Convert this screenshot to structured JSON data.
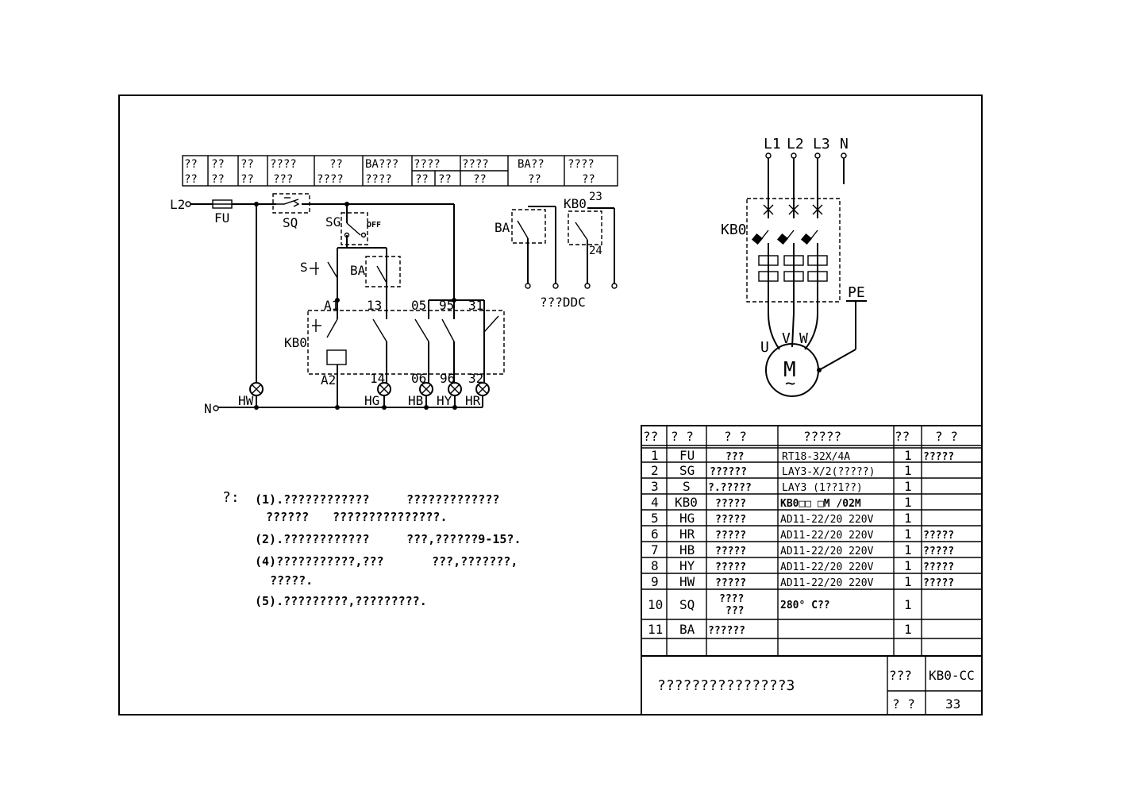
{
  "header_cells": [
    [
      "??",
      "??"
    ],
    [
      "??",
      "??"
    ],
    [
      "??",
      "??"
    ],
    [
      "????",
      "???"
    ],
    [
      "??",
      "????"
    ],
    [
      "BA???",
      "????"
    ],
    [
      "????",
      "??"
    ],
    [
      "????",
      "??"
    ],
    [
      "BA??",
      "??"
    ],
    [
      "????",
      "??"
    ],
    [
      "??"
    ]
  ],
  "control": {
    "L2": "L2",
    "N": "N",
    "FU": "FU",
    "SQ": "SQ",
    "SG": "SG",
    "OFF": "OFF",
    "S": "S",
    "BA": "BA",
    "KB0": "KB0",
    "term_top": [
      "A1",
      "13",
      "05",
      "95",
      "31"
    ],
    "term_bot": [
      "A2",
      "14",
      "06",
      "96",
      "32"
    ],
    "lamps": [
      "HW",
      "HG",
      "HB",
      "HY",
      "HR"
    ]
  },
  "ddc": {
    "BA": "BA",
    "KB0": "KB0",
    "t23": "23",
    "t24": "24",
    "label": "???DDC"
  },
  "power": {
    "phases": [
      "L1",
      "L2",
      "L3",
      "N"
    ],
    "KB0": "KB0",
    "PE": "PE",
    "U": "U",
    "V": "V",
    "W": "W",
    "motor": "M",
    "motor_sym": "~"
  },
  "notes": {
    "prefix": "?:",
    "lines": [
      "(1).????????????",
      "?????????????",
      "??????",
      "???????????????.",
      "(2).????????????",
      "???,??????9-15?.",
      "(4)???????????,???",
      "???,???????,",
      "?????.",
      "(5).?????????,?????????."
    ]
  },
  "bom": {
    "headers": [
      "??",
      "? ?",
      "? ?",
      "?????",
      "??",
      "? ?"
    ],
    "rows": [
      [
        "1",
        "FU",
        "???",
        "RT18-32X/4A",
        "1",
        "?????"
      ],
      [
        "2",
        "SG",
        "??????",
        "LAY3-X/2(?????)",
        "1",
        ""
      ],
      [
        "3",
        "S",
        "?.?????",
        "LAY3  (1??1??)",
        "1",
        ""
      ],
      [
        "4",
        "KB0",
        "?????",
        "KB0□□  □M    /02M",
        "1",
        ""
      ],
      [
        "5",
        "HG",
        "?????",
        "AD11-22/20    220V",
        "1",
        ""
      ],
      [
        "6",
        "HR",
        "?????",
        "AD11-22/20    220V",
        "1",
        "?????"
      ],
      [
        "7",
        "HB",
        "?????",
        "AD11-22/20    220V",
        "1",
        "?????"
      ],
      [
        "8",
        "HY",
        "?????",
        "AD11-22/20    220V",
        "1",
        "?????"
      ],
      [
        "9",
        "HW",
        "?????",
        "AD11-22/20    220V",
        "1",
        "?????"
      ],
      [
        "10",
        "SQ",
        "????|???",
        "280° C??",
        "1",
        ""
      ],
      [
        "11",
        "BA",
        "??????",
        "",
        "1",
        ""
      ]
    ]
  },
  "titleblock": {
    "title": "???????????????3",
    "l1": "???",
    "v1": "KB0-CC",
    "l2": "? ?",
    "v2": "33"
  }
}
